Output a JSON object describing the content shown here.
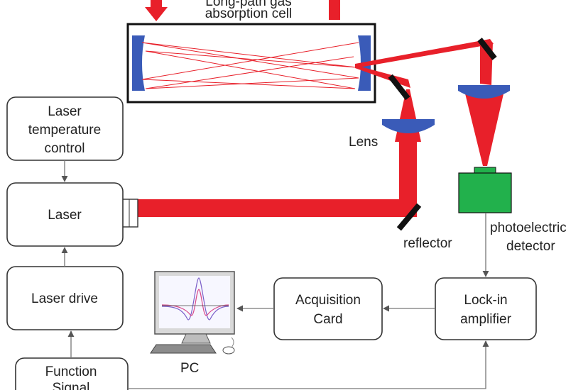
{
  "cell": {
    "title_line1": "Long-path gas",
    "title_line2": "absorption cell"
  },
  "boxes": {
    "laser_temperature_control": [
      "Laser",
      "temperature",
      "control"
    ],
    "laser": [
      "Laser"
    ],
    "laser_drive": [
      "Laser drive"
    ],
    "function_signal": [
      "Function",
      "Signal"
    ],
    "acquisition_card": [
      "Acquisition",
      "Card"
    ],
    "lock_in_amplifier": [
      "Lock-in",
      "amplifier"
    ]
  },
  "labels": {
    "lens": "Lens",
    "reflector": "reflector",
    "photoelectric_detector": [
      "photoelectric",
      "detector"
    ],
    "pc": "PC"
  },
  "colors": {
    "beam": "#e8202a",
    "mirror": "#3a5bb8",
    "detector": "#22b14c",
    "reflector": "#111111"
  }
}
